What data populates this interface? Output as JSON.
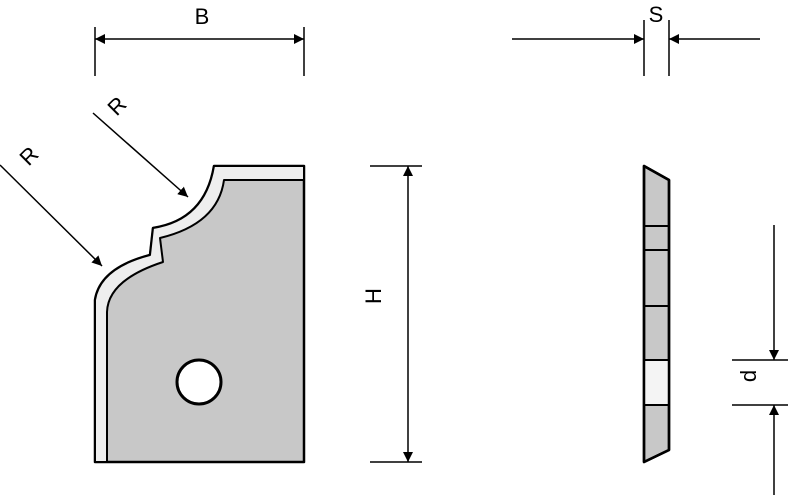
{
  "labels": {
    "width": "B",
    "radius_upper": "R",
    "radius_lower": "R",
    "height": "H",
    "thickness": "S",
    "dim_d": "d"
  },
  "colors": {
    "fill": "#c8c8c8",
    "light_fill": "#eeeeee",
    "stroke": "#000000",
    "background": "#ffffff"
  }
}
